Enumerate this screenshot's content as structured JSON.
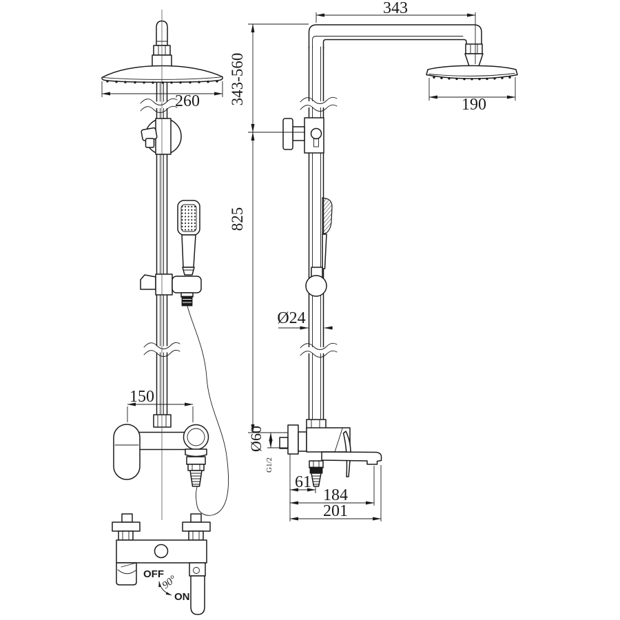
{
  "drawing": {
    "title": "shower-system-dimensional-drawing",
    "colors": {
      "line": "#1a1a1a",
      "background": "#ffffff"
    },
    "dimensions": {
      "top_horizontal_reach": "343",
      "upper_adjustable_height": "343-560",
      "column_height": "825",
      "head_width_front": "260",
      "head_width_side": "190",
      "pipe_diameter": "Ø24",
      "mixer_centers": "150",
      "escutcheon_diameter": "Ø60",
      "thread_size": "G1/2",
      "hose_outlet_offset": "61",
      "aerator_reach": "184",
      "spout_reach": "201"
    },
    "diverter_labels": {
      "off": "OFF",
      "angle": "90°",
      "on": "ON"
    }
  }
}
